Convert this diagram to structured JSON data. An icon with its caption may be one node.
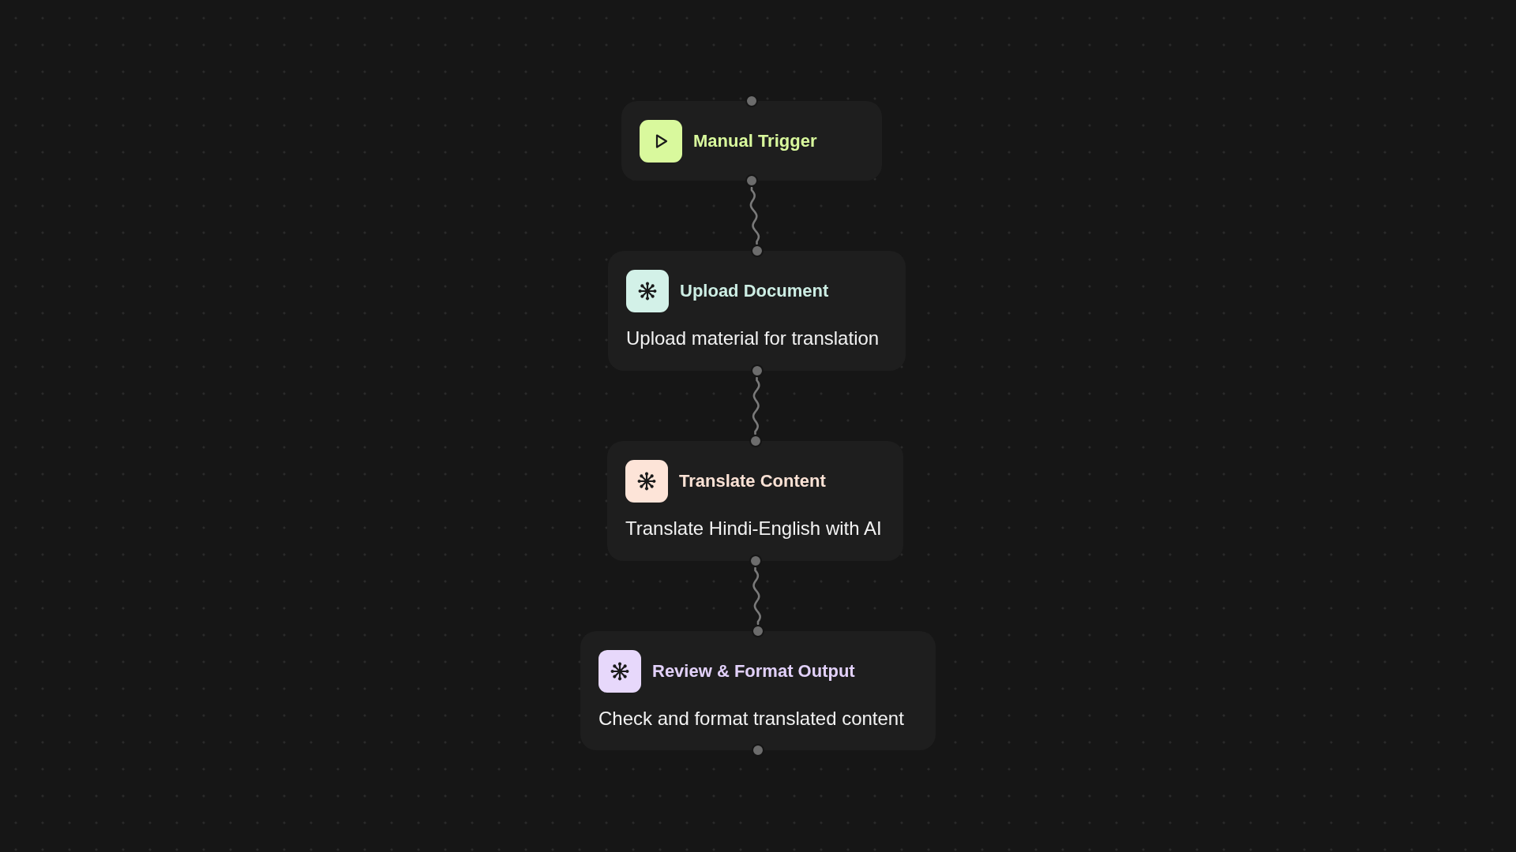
{
  "diagram": {
    "nodes": [
      {
        "text": [
          "Manual Trigger"
        ]
      },
      {
        "text": [
          "Upload Document",
          "Upload material for translation"
        ]
      },
      {
        "text": [
          "Translate Content",
          "Translate Hindi-English with AI"
        ]
      },
      {
        "text": [
          "Review & Format Output",
          "Check and format translated content"
        ]
      }
    ],
    "edges": [
      {
        "from": 0,
        "to": 1,
        "arrow": "none"
      },
      {
        "from": 1,
        "to": 2,
        "arrow": "none"
      },
      {
        "from": 2,
        "to": 3,
        "arrow": "none"
      }
    ]
  }
}
